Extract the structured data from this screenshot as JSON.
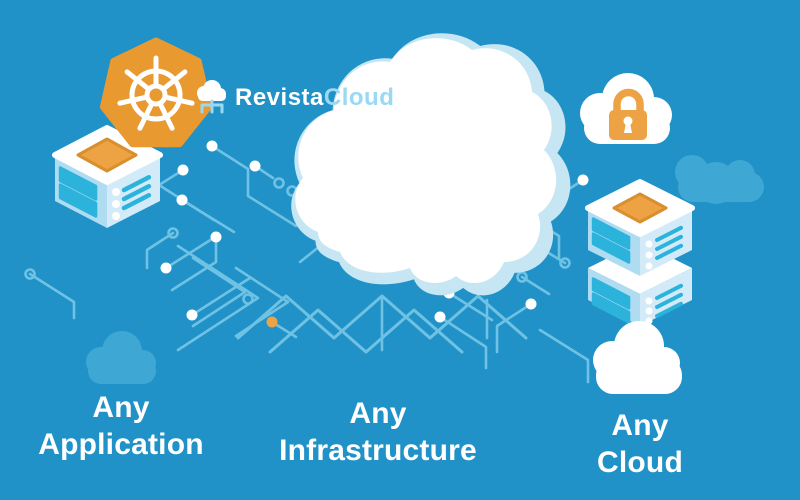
{
  "brand": {
    "name_primary": "Revista",
    "name_secondary": "Cloud"
  },
  "labels": {
    "application": {
      "line1": "Any",
      "line2": "Application"
    },
    "infrastructure": {
      "line1": "Any",
      "line2": "Infrastructure"
    },
    "cloud": {
      "line1": "Any",
      "line2": "Cloud"
    }
  },
  "icons": {
    "kubernetes": "kubernetes-helm-wheel-icon",
    "brand_mark": "cloud-server-icon",
    "center": "3d-cloud-icon",
    "security": "padlock-cloud-icon",
    "left_node": "isometric-server-icon",
    "right_node": "isometric-server-stack-icon",
    "background": "circuit-board-traces"
  },
  "colors": {
    "background": "#2092c7",
    "trace": "#70c2e4",
    "white": "#ffffff",
    "cloud_side_shadow": "#c7e6f4",
    "decor_cloud": "#3fa7d4",
    "orange_accent": "#eda243",
    "kubernetes_orange": "#e8992f",
    "server_slat_cyan": "#2cb3dc",
    "server_face_left": "#b0dcf1",
    "server_face_right": "#d3ebf8",
    "brand_secondary_text": "#9bd9f2"
  }
}
